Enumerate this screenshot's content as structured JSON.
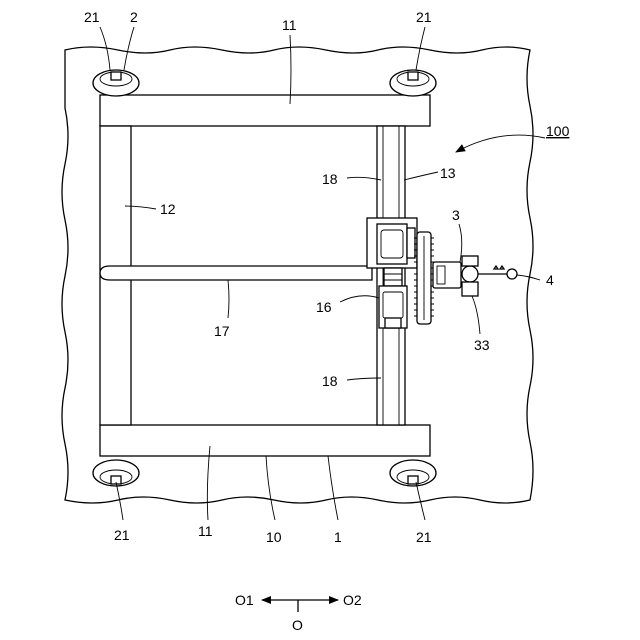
{
  "labels": {
    "wheel_tl": "21",
    "ref_2": "2",
    "wheel_tr": "21",
    "wheel_bl": "21",
    "wheel_br": "21",
    "beam_top": "11",
    "beam_bottom": "11",
    "ref_100": "100",
    "ref_12": "12",
    "ref_13": "13",
    "ref_18_upper": "18",
    "ref_18_lower": "18",
    "ref_3": "3",
    "ref_4": "4",
    "ref_16": "16",
    "ref_17": "17",
    "ref_33": "33",
    "ref_10": "10",
    "ref_1": "1"
  },
  "direction": {
    "left": "O1",
    "right": "O2",
    "center": "O"
  }
}
